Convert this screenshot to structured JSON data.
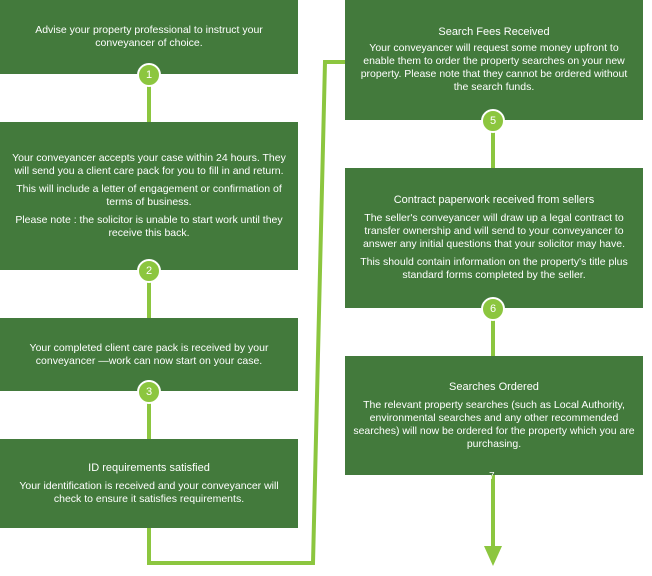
{
  "steps": [
    {
      "number": "1",
      "title": "",
      "paragraphs": [
        "Advise your property professional to instruct your conveyancer of choice."
      ]
    },
    {
      "number": "2",
      "title": "",
      "paragraphs": [
        "Your conveyancer accepts your case within 24 hours. They will send you a client care pack for you to fill in and return.",
        "This will include a letter of engagement or confirmation of terms of business.",
        "Please note : the solicitor is unable to start work until they receive this back."
      ]
    },
    {
      "number": "3",
      "title": "",
      "paragraphs": [
        "Your completed client care pack is received by your conveyancer —work can now start on your case."
      ]
    },
    {
      "number": "",
      "title": "ID requirements satisfied",
      "paragraphs": [
        "Your identification is received and your conveyancer will check to ensure it satisfies requirements."
      ]
    },
    {
      "number": "5",
      "title": "Search Fees Received",
      "paragraphs": [
        "Your conveyancer will request some money upfront to enable them to order the property searches on your new property. Please note that they cannot be ordered without the search funds."
      ]
    },
    {
      "number": "6",
      "title": "Contract paperwork received from sellers",
      "paragraphs": [
        "The seller's conveyancer will draw up a legal contract to transfer ownership and will send to your conveyancer to answer any initial questions that your solicitor may have.",
        "This should contain information on the property's title plus standard forms completed by the seller."
      ]
    },
    {
      "number": "7",
      "title": "Searches Ordered",
      "paragraphs": [
        "The relevant property searches (such as Local Authority, environmental searches and any other recommended searches) will now be ordered for the property which you are purchasing."
      ]
    }
  ],
  "colors": {
    "box": "#437a3c",
    "line": "#8cc63f",
    "text": "#ffffff"
  }
}
